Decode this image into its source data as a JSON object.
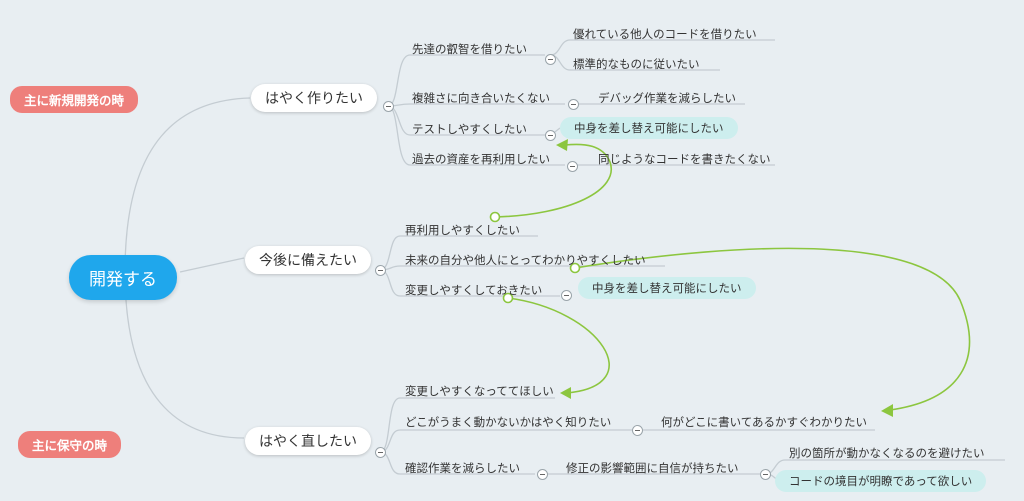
{
  "tags": {
    "new_dev": "主に新規開発の時",
    "maintenance": "主に保守の時"
  },
  "root": {
    "label": "開発する"
  },
  "b1": {
    "label": "はやく作りたい",
    "c1": "先達の叡智を借りたい",
    "c1a": "優れている他人のコードを借りたい",
    "c1b": "標準的なものに従いたい",
    "c2": "複雑さに向き合いたくない",
    "c2a": "デバッグ作業を減らしたい",
    "c3": "テストしやすくしたい",
    "c3a": "中身を差し替え可能にしたい",
    "c4": "過去の資産を再利用したい",
    "c4a": "同じようなコードを書きたくない"
  },
  "b2": {
    "label": "今後に備えたい",
    "c1": "再利用しやすくしたい",
    "c2": "未来の自分や他人にとってわかりやすくしたい",
    "c3": "変更しやすくしておきたい",
    "c3a": "中身を差し替え可能にしたい"
  },
  "b3": {
    "label": "はやく直したい",
    "c1": "変更しやすくなっててほしい",
    "c2": "どこがうまく動かないかはやく知りたい",
    "c2a": "何がどこに書いてあるかすぐわかりたい",
    "c3": "確認作業を減らしたい",
    "c3a": "修正の影響範囲に自信が持ちたい",
    "c3a1": "別の箇所が動かなくなるのを避けたい",
    "c3a2": "コードの境目が明瞭であって欲しい"
  },
  "colors": {
    "root": "#1fa7ec",
    "tag": "#ee7f7b",
    "highlight": "#cdeeee",
    "arrow": "#8cc63f",
    "line": "#c4ccd2"
  }
}
